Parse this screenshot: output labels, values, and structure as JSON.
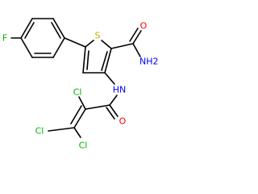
{
  "colors": {
    "bond": "#000000",
    "F": "#00b400",
    "Cl": "#00b400",
    "S": "#b4b400",
    "N": "#0000ff",
    "O": "#ff0000"
  },
  "atoms": {
    "fluorine": "F",
    "sulfur": "S",
    "amide_oxygen": "O",
    "amide_nitrogen": "NH2",
    "amine_nitrogen": "HN",
    "chloro_alpha": "Cl",
    "chloro_beta_1": "Cl",
    "chloro_beta_2": "Cl",
    "acyl_oxygen": "O"
  }
}
